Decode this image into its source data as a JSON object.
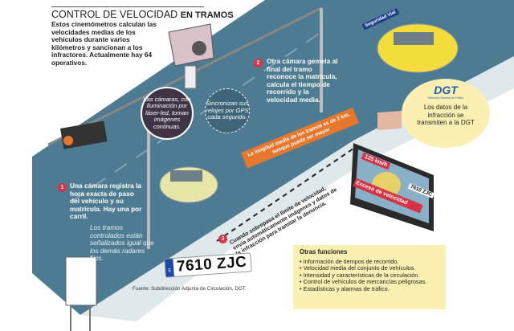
{
  "title": {
    "main": "CONTROL DE VELOCIDAD",
    "bold": "EN TRAMOS"
  },
  "intro": "Estos cinemómetros calculan las velocidades medias de los vehículos durante varios kilómetros y sancionan a los infractores. Actualmente hay 64 operativos.",
  "bubbles": {
    "cameras": "Las cámaras, con iluminación por láser-led, toman imágenes continuas.",
    "gps": "Sincronizan sus relojes por GPS cada segundo."
  },
  "steps": [
    {
      "num": "1",
      "text": "Una cámara registra la hora exacta de paso del vehículo y su matrícula. Hay una por carril."
    },
    {
      "num": "2",
      "text": "Otra cámara gemela al final del tramo reconoce la matrícula, calcula el tiempo de recorrido y la velocidad media."
    },
    {
      "num": "3",
      "text": "Cuando sobrepasa el límite de velocidad, envía automáticamente imágenes y datos de la infracción para tramitar la denuncia."
    }
  ],
  "signs_note": "Los tramos controlados están señalizados igual que los demás radares fijos.",
  "banner": "La longitud media de los tramos es de 2 km, aunque puede ser mayor",
  "plate": {
    "country": "E",
    "number": "7610 ZJC"
  },
  "source": "Fuente: Subdirección Adjunta de Circulación, DGT.",
  "dgt": {
    "logo": "DGT",
    "logo_sub": "Dirección General de Tráfico",
    "text": "Los datos de la infracción se transmiten a la DGT"
  },
  "screen": {
    "speed": "125 km/h",
    "plate": "7610 ZJC",
    "alert": "Exceso de velocidad"
  },
  "truck_label": "Seguridad Vial",
  "otras": {
    "title": "Otras funciones",
    "items": [
      "Información de tiempos de recorrido.",
      "Velocidad media del conjunto de vehículos.",
      "Intensidad y características de la circulación.",
      "Control de vehículos de mercancías peligrosas.",
      "Estadísticas y alarmas de tráfico."
    ]
  },
  "colors": {
    "road": "#4d7b92",
    "accent": "#d63345",
    "orange": "#e8772e",
    "yellow": "#fbf0b2"
  }
}
